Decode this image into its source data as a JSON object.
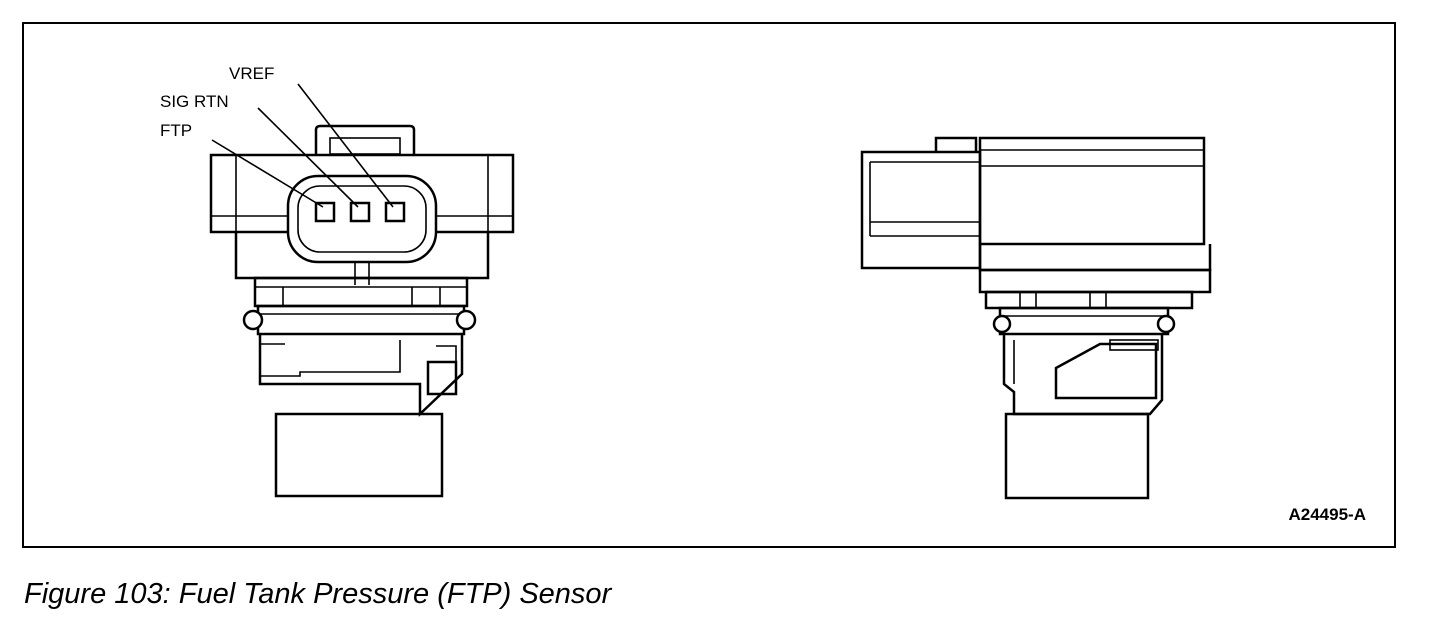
{
  "diagram": {
    "labels": {
      "vref": "VREF",
      "sig_rtn": "SIG RTN",
      "ftp": "FTP"
    },
    "figure_code": "A24495-A"
  },
  "caption": "Figure 103: Fuel Tank Pressure (FTP) Sensor"
}
